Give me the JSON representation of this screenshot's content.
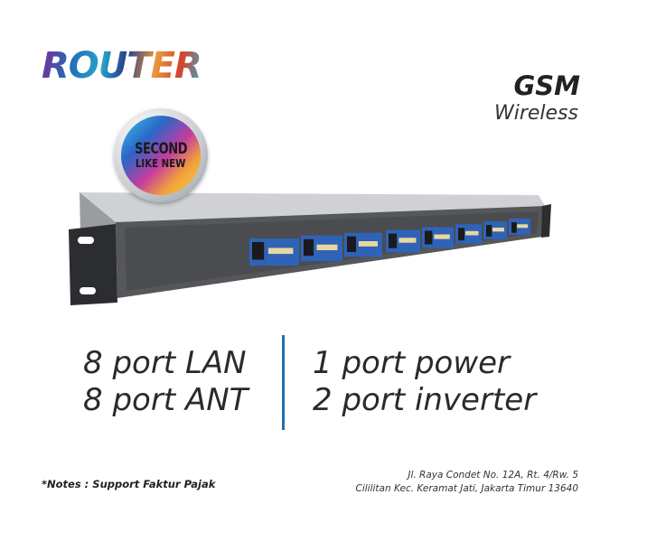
{
  "logo": {
    "text": "ROUTER"
  },
  "header": {
    "title": "GSM",
    "subtitle": "Wireless"
  },
  "badge": {
    "line1": "SECOND",
    "line2": "LIKE NEW"
  },
  "product": {
    "port_count": 8,
    "colors": {
      "chassis": "#5a5c60",
      "port_panel": "#2f63b8",
      "top": "#c9cbce"
    }
  },
  "specs": {
    "left": [
      "8 port LAN",
      "8 port ANT"
    ],
    "right": [
      "1 port power",
      "2 port inverter"
    ],
    "divider_color": "#1f6fb0"
  },
  "footer": {
    "notes": "*Notes : Support Faktur Pajak",
    "address_line1": "Jl. Raya Condet No. 12A, Rt. 4/Rw. 5",
    "address_line2": "Cililitan Kec. Keramat Jati, Jakarta Timur 13640"
  }
}
